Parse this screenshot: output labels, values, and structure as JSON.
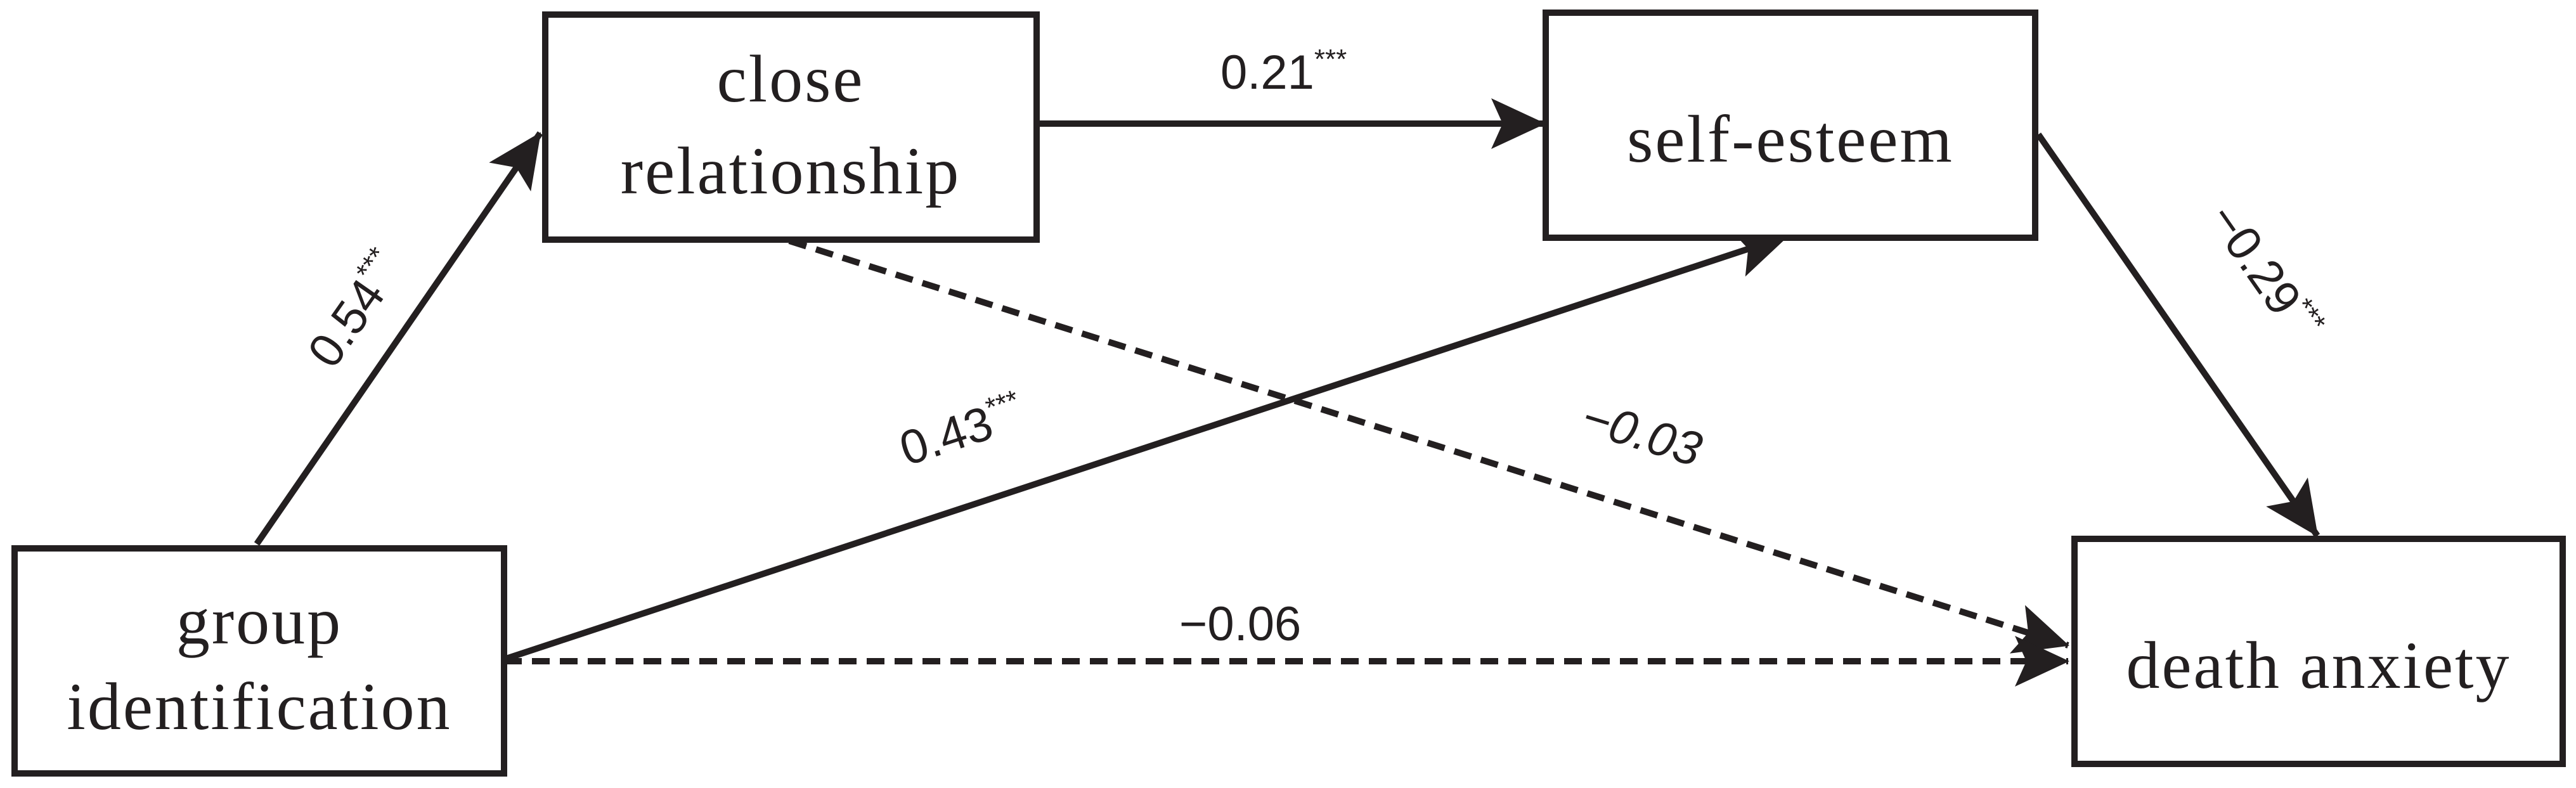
{
  "nodes": {
    "close_relationship": {
      "line1": "close",
      "line2": "relationship"
    },
    "self_esteem": {
      "line1": "self-esteem"
    },
    "group_identification": {
      "line1": "group",
      "line2": "identification"
    },
    "death_anxiety": {
      "line1": "death anxiety"
    }
  },
  "paths": {
    "group_to_close": {
      "value": "0.54",
      "sig": "***"
    },
    "close_to_self": {
      "value": "0.21",
      "sig": "***"
    },
    "group_to_self": {
      "value": "0.43",
      "sig": "***"
    },
    "self_to_death": {
      "value": "−0.29",
      "sig": "***"
    },
    "close_to_death": {
      "value": "−0.03"
    },
    "group_to_death": {
      "value": "−0.06"
    }
  },
  "colors": {
    "ink": "#231f20",
    "background": "#ffffff"
  }
}
